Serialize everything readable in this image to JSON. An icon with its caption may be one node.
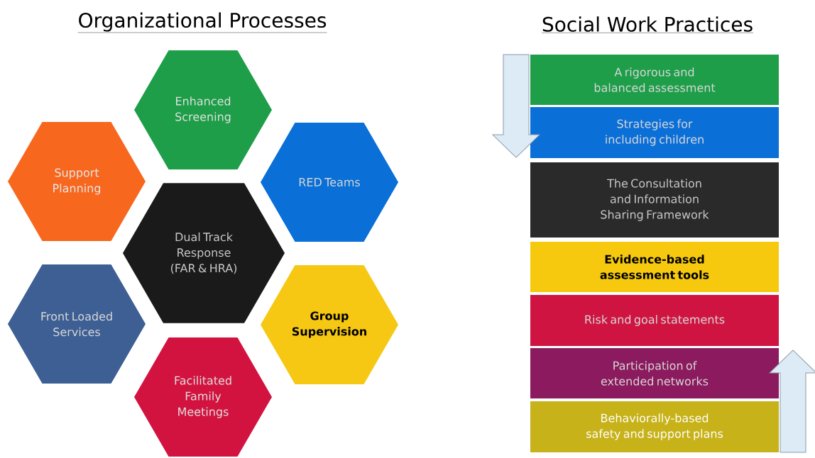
{
  "diagram": {
    "nodes": [
      {
        "text": [
          "Enhanced Screening"
        ]
      },
      {
        "text": [
          "Support Planning"
        ]
      },
      {
        "text": [
          "RED Teams"
        ]
      },
      {
        "text": [
          "Dual Track Response (FAR & HRA)"
        ]
      },
      {
        "text": [
          "Front Loaded Services"
        ]
      },
      {
        "text": [
          "Group Supervision"
        ]
      },
      {
        "text": [
          "Facilitated Family Meetings"
        ]
      },
      {
        "text": [
          "A rigorous and balanced assessment"
        ]
      },
      {
        "text": [
          "Strategies for including children"
        ]
      },
      {
        "text": [
          "The Consultation and Information Sharing Framework"
        ]
      },
      {
        "text": [
          "Evidence-based assessment tools"
        ]
      },
      {
        "text": [
          "Risk and goal statements"
        ]
      },
      {
        "text": [
          "Participation of extended networks"
        ]
      },
      {
        "text": [
          "Behaviorally-based safety and support plans"
        ]
      }
    ],
    "edges": [
      {
        "from": 7,
        "to": 8,
        "arrow": "to"
      },
      {
        "from": 13,
        "to": 12,
        "arrow": "to"
      }
    ],
    "labels": [
      "Organizational Processes",
      "Social Work Practices"
    ]
  }
}
